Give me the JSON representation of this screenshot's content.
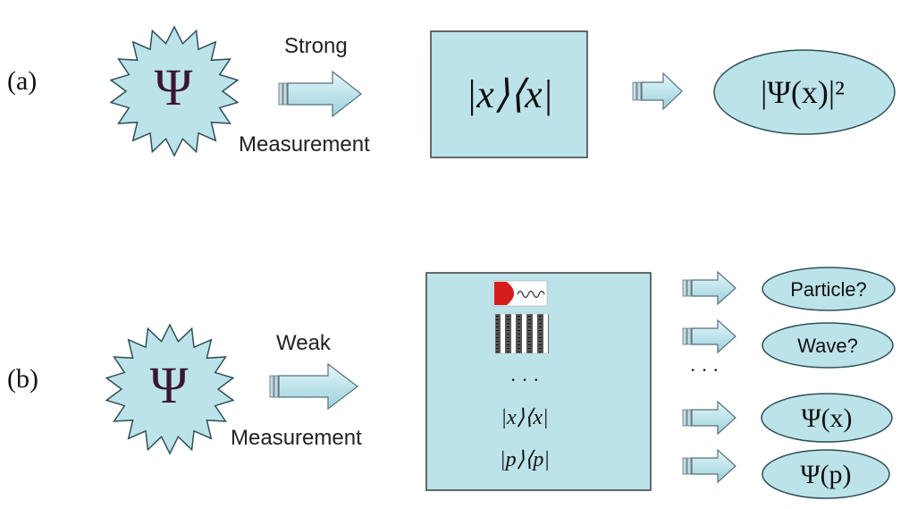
{
  "panels": {
    "a": {
      "label": "(a)",
      "psi": "Ψ",
      "measurement_top": "Strong",
      "measurement_bottom": "Measurement",
      "operator": "|x⟩⟨x|",
      "result": "|Ψ(x)|²"
    },
    "b": {
      "label": "(b)",
      "psi": "Ψ",
      "measurement_top": "Weak",
      "measurement_bottom": "Measurement",
      "box_items": {
        "ellipsis": "· · ·",
        "op_x": "|x⟩⟨x|",
        "op_p": "|p⟩⟨p|"
      },
      "results": [
        "Particle?",
        "Wave?",
        "Ψ(x)",
        "Ψ(p)"
      ],
      "results_ellipsis": "· · ·"
    }
  },
  "colors": {
    "fill": "#bde3ea",
    "stroke": "#2f4f57",
    "psi": "#3a1636",
    "red": "#d51d1d"
  }
}
